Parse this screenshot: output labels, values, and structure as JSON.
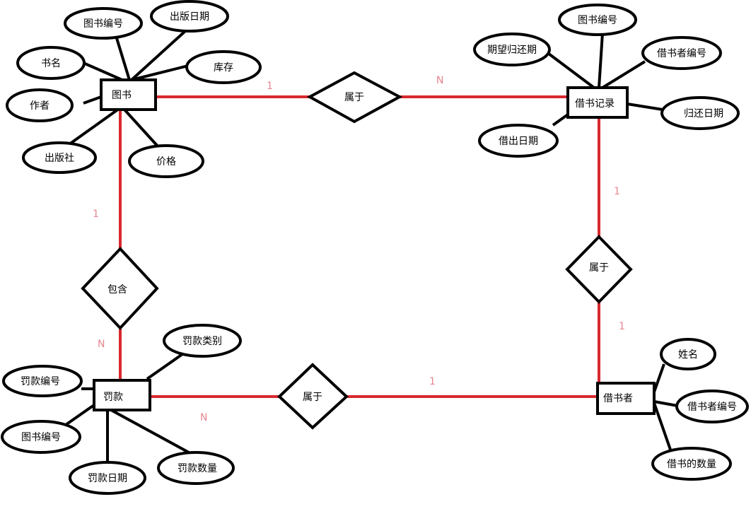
{
  "entities": {
    "book": "图书",
    "record": "借书记录",
    "fine": "罚款",
    "borrower": "借书者"
  },
  "relations": {
    "top": "属于",
    "right": "属于",
    "bottom": "属于",
    "left": "包含"
  },
  "attributes": {
    "book": {
      "id": "图书编号",
      "pubdate": "出版日期",
      "name": "书名",
      "stock": "库存",
      "author": "作者",
      "publisher": "出版社",
      "price": "价格"
    },
    "record": {
      "bookid": "图书编号",
      "expected": "期望归还期",
      "borrowerid": "借书者编号",
      "returndate": "归还日期",
      "outdate": "借出日期"
    },
    "fine": {
      "category": "罚款类别",
      "id": "罚款编号",
      "bookid": "图书编号",
      "date": "罚款日期",
      "amount": "罚款数量"
    },
    "borrower": {
      "name": "姓名",
      "id": "借书者编号",
      "count": "借书的数量"
    }
  },
  "cardinality": {
    "book_top": "1",
    "record_top": "N",
    "record_right": "1",
    "borrower_right": "1",
    "book_left": "1",
    "fine_left": "N",
    "fine_bottom": "N",
    "borrower_bottom": "1"
  },
  "colors": {
    "relationship_line": "#d9292e",
    "attribute_line": "#000000",
    "cardinality": "#e8858f"
  }
}
